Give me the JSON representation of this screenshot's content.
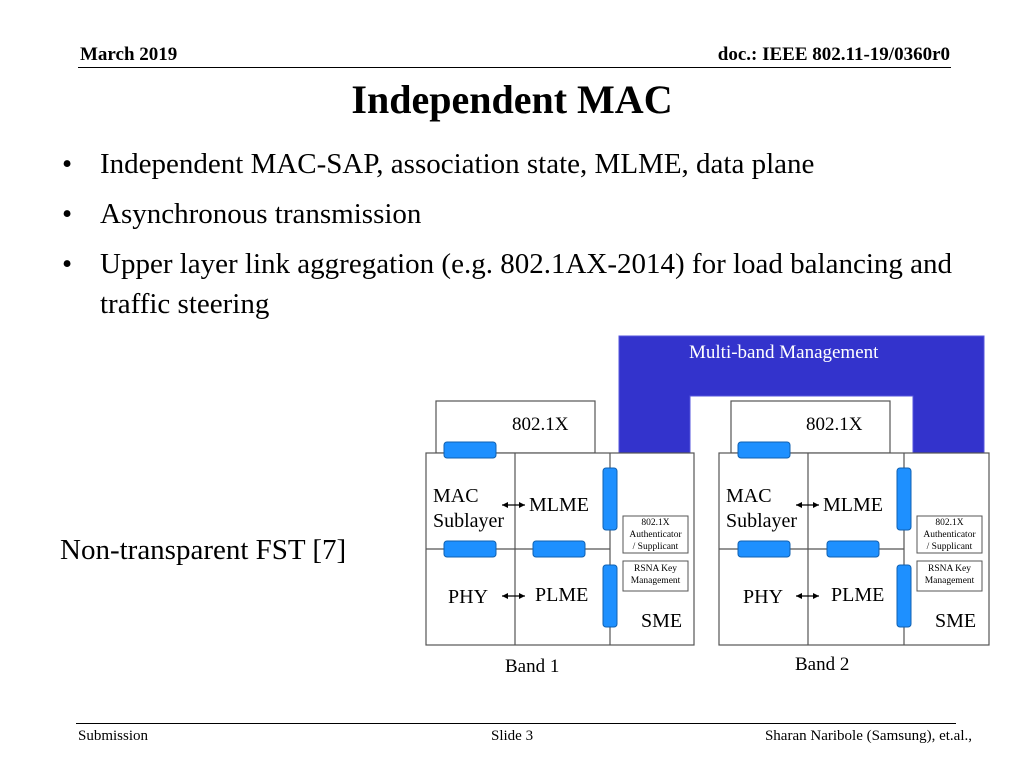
{
  "header": {
    "date": "March 2019",
    "doc": "doc.: IEEE 802.11-19/0360r0"
  },
  "title": "Independent MAC",
  "bullets": [
    "Independent MAC-SAP, association state, MLME, data plane",
    "Asynchronous transmission",
    "Upper layer link aggregation (e.g. 802.1AX-2014) for load balancing and traffic steering"
  ],
  "bullet_glyph": "•",
  "side_label": "Non-transparent FST [7]",
  "diagram": {
    "management_label": "Multi-band Management",
    "management_color": "#3333cc",
    "connector_color": "#1e90ff",
    "bands": [
      {
        "top_box": "802.1X",
        "mac_label_1": "MAC",
        "mac_label_2": "Sublayer",
        "mlme": "MLME",
        "phy": "PHY",
        "plme": "PLME",
        "auth_1": "802.1X",
        "auth_2": "Authenticator",
        "auth_3": "/ Supplicant",
        "rsna_1": "RSNA Key",
        "rsna_2": "Management",
        "sme": "SME",
        "band_label": "Band 1"
      },
      {
        "top_box": "802.1X",
        "mac_label_1": "MAC",
        "mac_label_2": "Sublayer",
        "mlme": "MLME",
        "phy": "PHY",
        "plme": "PLME",
        "auth_1": "802.1X",
        "auth_2": "Authenticator",
        "auth_3": "/ Supplicant",
        "rsna_1": "RSNA Key",
        "rsna_2": "Management",
        "sme": "SME",
        "band_label": "Band 2"
      }
    ]
  },
  "footer": {
    "left": "Submission",
    "center": "Slide 3",
    "right": "Sharan Naribole (Samsung), et.al.,"
  }
}
